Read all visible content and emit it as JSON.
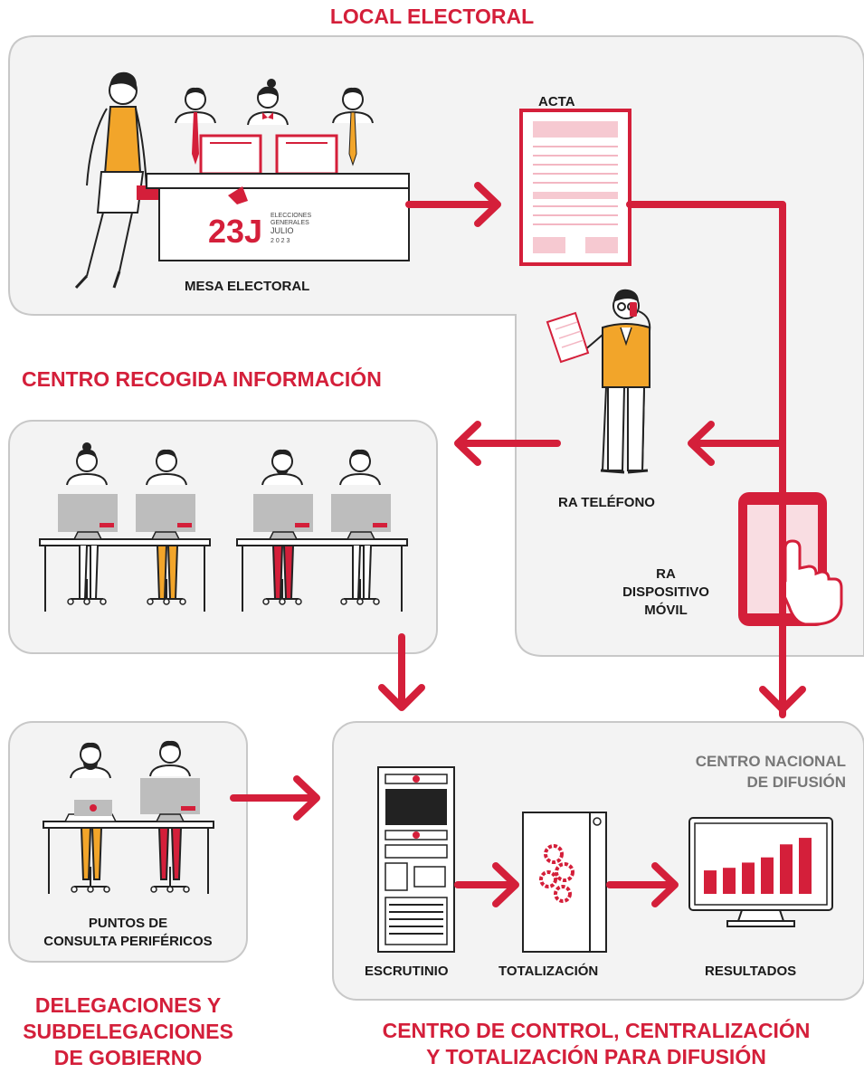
{
  "colors": {
    "accent": "#d41f3a",
    "panel": "#f3f3f3",
    "panel_border": "#c8c8c8",
    "vest": "#f2a52a",
    "gray_text": "#777777"
  },
  "local_electoral": {
    "title": "LOCAL ELECTORAL",
    "mesa_label": "MESA ELECTORAL",
    "acta_label": "ACTA",
    "logo": {
      "number": "23J",
      "line1": "ELECCIONES",
      "line2": "GENERALES",
      "line3": "JULIO",
      "line4": "2 0 2 3"
    }
  },
  "ra": {
    "telefono_label": "RA TELÉFONO",
    "movil_line1": "RA",
    "movil_line2": "DISPOSITIVO",
    "movil_line3": "MÓVIL"
  },
  "centro_recogida": {
    "title": "CENTRO RECOGIDA INFORMACIÓN"
  },
  "delegaciones": {
    "title_line1": "DELEGACIONES Y",
    "title_line2": "SUBDELEGACIONES",
    "title_line3": "DE GOBIERNO",
    "puntos_line1": "PUNTOS DE",
    "puntos_line2": "CONSULTA PERIFÉRICOS"
  },
  "centro_control": {
    "difusion_line1": "CENTRO NACIONAL",
    "difusion_line2": "DE DIFUSIÓN",
    "escrutinio_label": "ESCRUTINIO",
    "totalizacion_label": "TOTALIZACIÓN",
    "resultados_label": "RESULTADOS",
    "title_line1": "CENTRO DE CONTROL, CENTRALIZACIÓN",
    "title_line2": "Y TOTALIZACIÓN PARA DIFUSIÓN",
    "results_bars": [
      0.36,
      0.4,
      0.48,
      0.56,
      0.76,
      0.86
    ]
  }
}
